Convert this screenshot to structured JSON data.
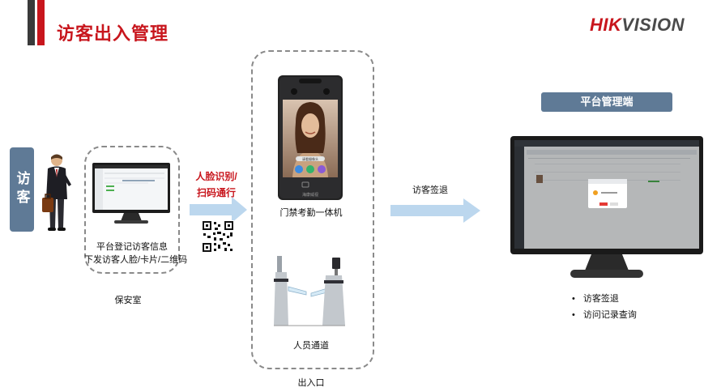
{
  "header": {
    "title": "访客出入管理",
    "logo_hik": "HIK",
    "logo_vision": "VISION"
  },
  "colors": {
    "brand_red": "#c8161d",
    "tag_blue": "#5f7a96",
    "arrow_blue": "#bcd7ee"
  },
  "left": {
    "visitor_tag": "访客",
    "monitor_caption_line1": "平台登记访客信息",
    "monitor_caption_line2": "下发访客人脸/卡片/二维码",
    "room_label": "保安室"
  },
  "arrow1": {
    "line1": "人脸识别/",
    "line2": "扫码通行"
  },
  "middle": {
    "terminal_label": "门禁考勤一体机",
    "terminal_screen_text": "请看摄像头",
    "terminal_brand": "海康威视",
    "gate_label": "人员通道",
    "entrance_label": "出入口"
  },
  "arrow2": {
    "label": "访客签退"
  },
  "right": {
    "platform_tag": "平台管理端",
    "bullets": [
      "访客签退",
      "访问记录查询"
    ]
  },
  "icons": [
    "person-icon",
    "qr-code-icon",
    "monitor-icon",
    "face-terminal-icon",
    "turnstile-icon",
    "arrow-right-icon"
  ]
}
